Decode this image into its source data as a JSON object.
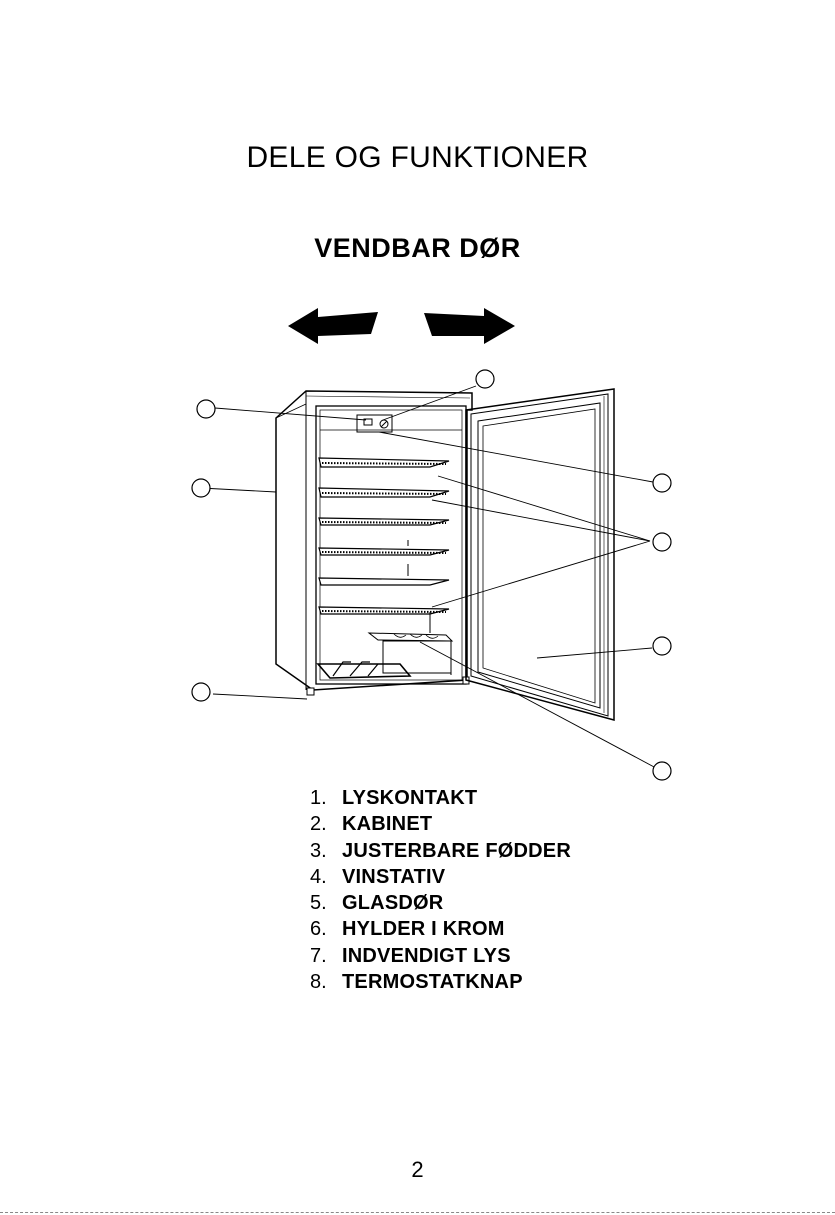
{
  "header": {
    "title": "DELE OG FUNKTIONER",
    "subtitle": "VENDBAR DØR"
  },
  "parts": [
    {
      "num": "1.",
      "label": "LYSKONTAKT"
    },
    {
      "num": "2.",
      "label": "KABINET"
    },
    {
      "num": "3.",
      "label": "JUSTERBARE FØDDER"
    },
    {
      "num": "4.",
      "label": "VINSTATIV"
    },
    {
      "num": "5.",
      "label": "GLASDØR"
    },
    {
      "num": "6.",
      "label": "HYLDER I KROM"
    },
    {
      "num": "7.",
      "label": "INDVENDIGT LYS"
    },
    {
      "num": "8.",
      "label": "TERMOSTATKNAP"
    }
  ],
  "footer": {
    "page_number": "2"
  }
}
